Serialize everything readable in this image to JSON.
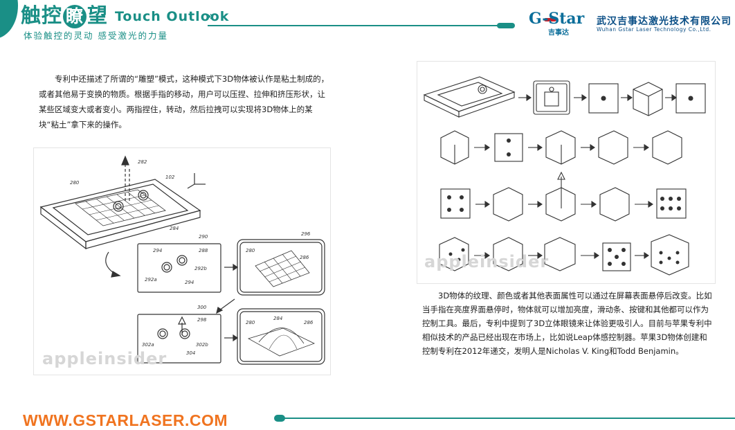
{
  "header": {
    "logo_part1": "触控",
    "logo_highlight": "瞭",
    "logo_part2": "望",
    "logo_en": "Touch Outlook",
    "slogan": "体验触控的灵动 感受激光的力量",
    "brand_mark": "G-Star",
    "brand_sub": "吉事达",
    "company_cn": "武汉吉事达激光技术有限公司",
    "company_en": "Wuhan Gstar Laser Technology Co.,Ltd.",
    "accent_color": "#1a8f86"
  },
  "content": {
    "paragraph1": "专利中还描述了所谓的“雕塑”模式，这种模式下3D物体被认作是粘土制成的，或者其他易于变换的物质。根据手指的移动，用户可以压捏、拉伸和挤压形状，让某些区域变大或者变小。两指捏住，转动，然后拉拽可以实现将3D物体上的某块“粘土”拿下来的操作。",
    "paragraph2": "3D物体的纹理、颜色或者其他表面属性可以通过在屏幕表面悬停后改变。比如当手指在亮度界面悬停时，物体就可以增加亮度，滑动条、按键和其他都可以作为控制工具。最后，专利中提到了3D立体眼镜来让体验更吸引人。目前与苹果专利中相似技术的产品已经出现在市场上，比如说Leap体感控制器。苹果3D物体创建和控制专利在2012年递交，发明人是Nicholas V. King和Todd Benjamin。"
  },
  "figure1": {
    "watermark": "appleinsider",
    "labels": [
      "282",
      "102",
      "280",
      "284",
      "290",
      "296",
      "294",
      "288",
      "292a",
      "292b",
      "294",
      "280",
      "286",
      "300",
      "298",
      "302a",
      "302b",
      "304",
      "280",
      "284",
      "286"
    ]
  },
  "figure2": {
    "watermark": "appleinsider"
  },
  "footer": {
    "url": "WWW.GSTARLASER.COM",
    "url_color": "#f07420"
  }
}
